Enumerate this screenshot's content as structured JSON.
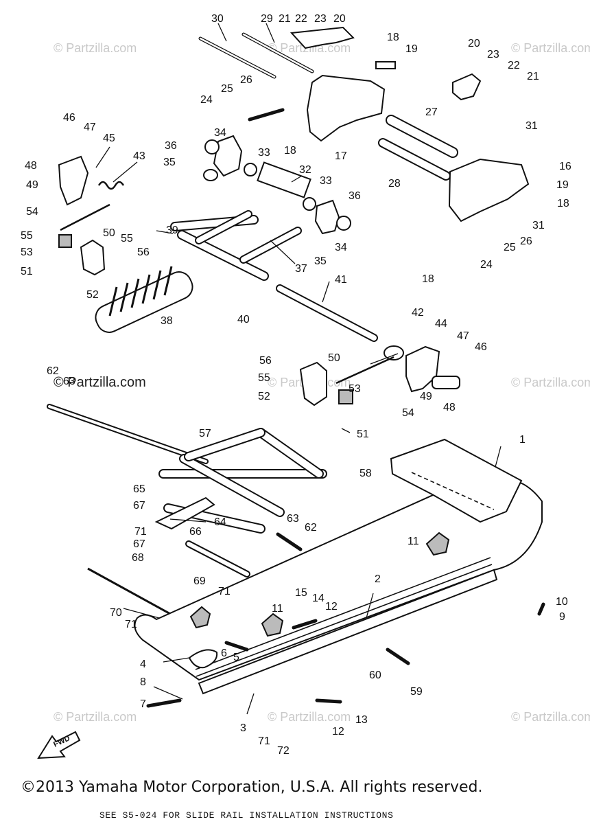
{
  "watermark": "© Partzilla.com",
  "footer": {
    "note": "SEE S5-024 FOR SLIDE RAIL INSTALLATION INSTRUCTIONS",
    "copyright": "©2013 Yamaha Motor Corporation, U.S.A. All rights reserved."
  },
  "direction_label": "FWD",
  "callouts": [
    "1",
    "2",
    "3",
    "4",
    "5",
    "6",
    "7",
    "8",
    "9",
    "10",
    "11",
    "11",
    "12",
    "12",
    "13",
    "14",
    "15",
    "16",
    "17",
    "18",
    "18",
    "18",
    "18",
    "19",
    "19",
    "20",
    "20",
    "21",
    "21",
    "22",
    "22",
    "23",
    "23",
    "24",
    "24",
    "25",
    "25",
    "26",
    "26",
    "27",
    "28",
    "29",
    "30",
    "31",
    "31",
    "32",
    "33",
    "33",
    "34",
    "34",
    "35",
    "35",
    "36",
    "36",
    "37",
    "38",
    "39",
    "40",
    "41",
    "42",
    "43",
    "44",
    "45",
    "46",
    "46",
    "47",
    "47",
    "48",
    "48",
    "49",
    "49",
    "50",
    "50",
    "51",
    "51",
    "52",
    "52",
    "53",
    "53",
    "54",
    "54",
    "55",
    "55",
    "55",
    "56",
    "56",
    "57",
    "58",
    "59",
    "60",
    "62",
    "62",
    "63",
    "63",
    "64",
    "65",
    "66",
    "67",
    "67",
    "68",
    "69",
    "70",
    "71",
    "71",
    "71",
    "71",
    "72"
  ]
}
